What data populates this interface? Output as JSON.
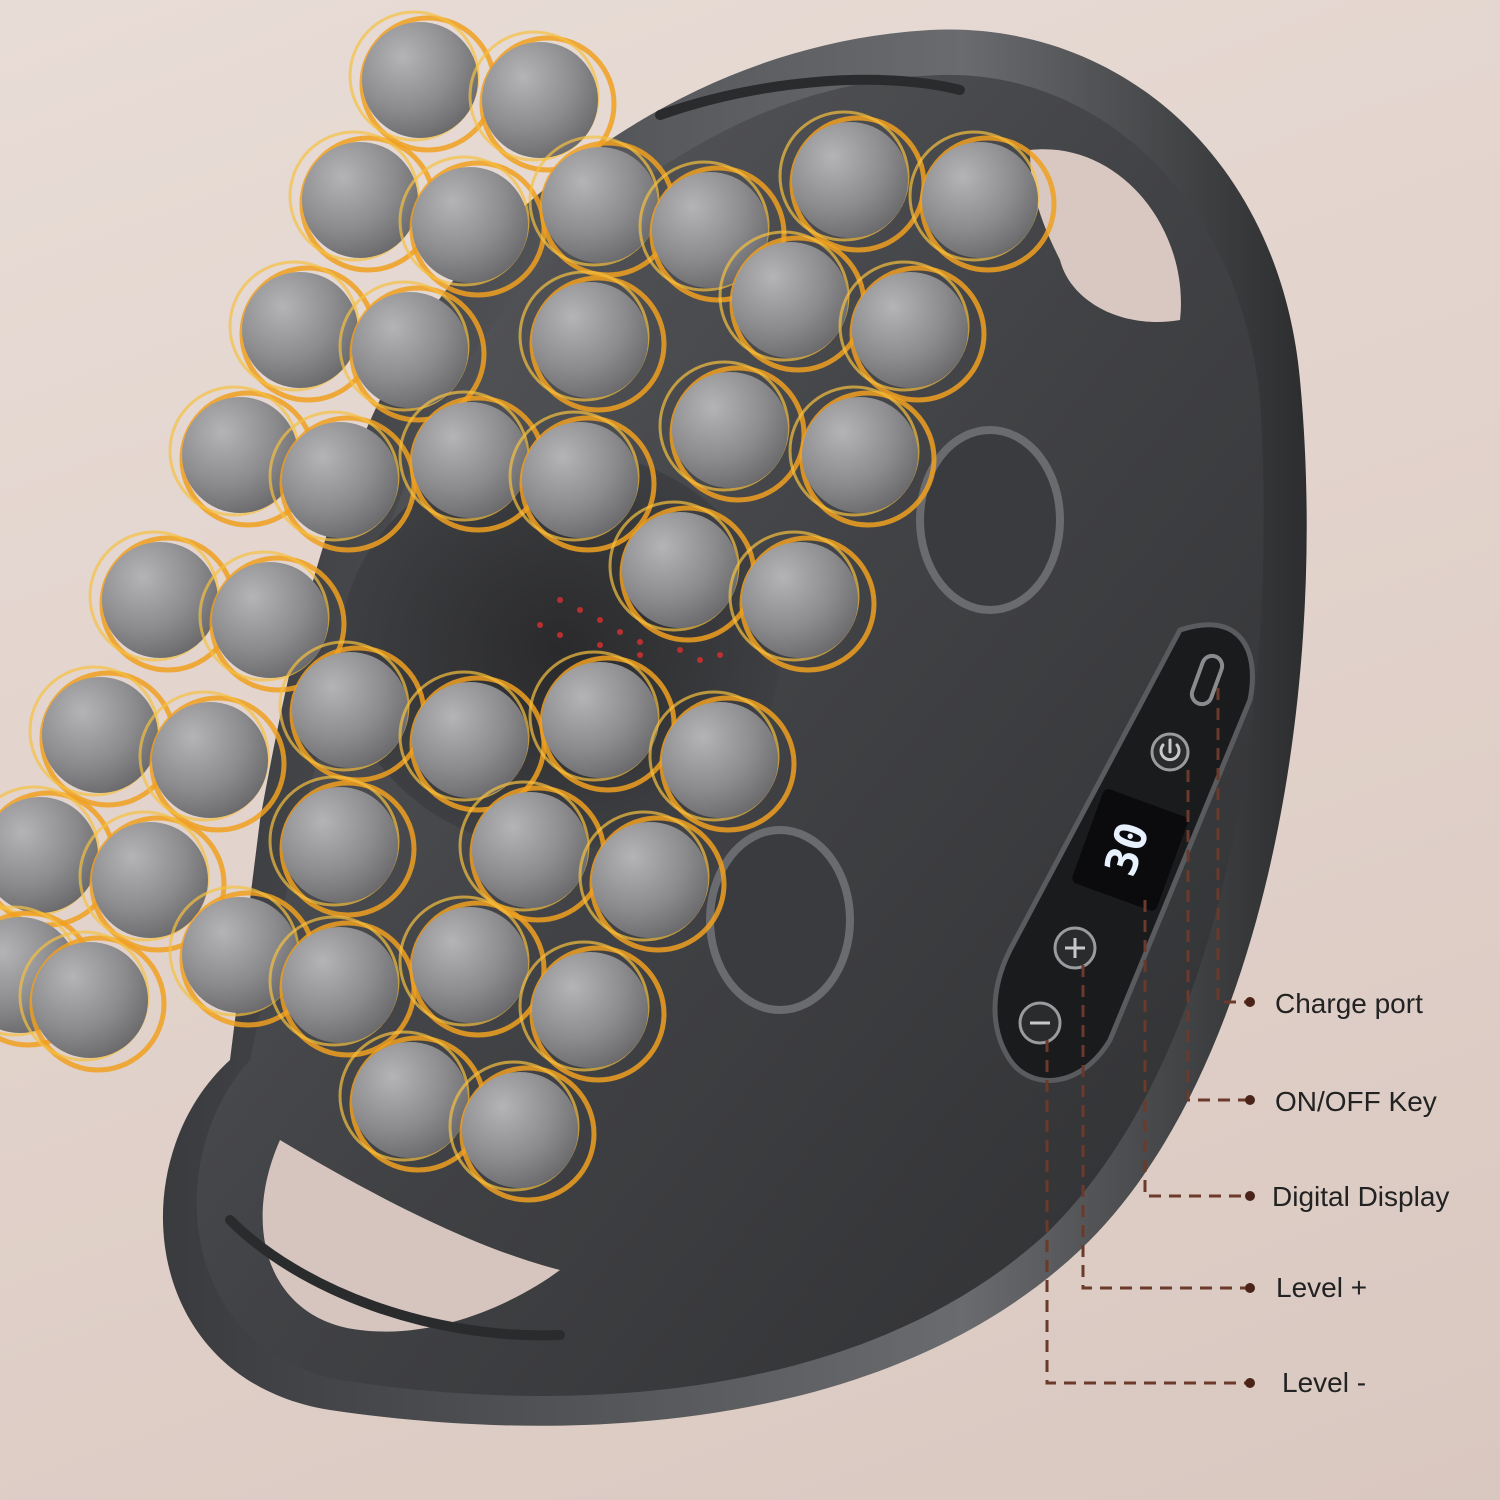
{
  "device": {
    "display_readout": "30",
    "accent_color": "#f0a020",
    "shell_color": "#4a4b4e",
    "node_color": "#8e8e90"
  },
  "callouts": [
    {
      "id": "charge",
      "label": "Charge port"
    },
    {
      "id": "onoff",
      "label": "ON/OFF Key"
    },
    {
      "id": "display",
      "label": "Digital Display"
    },
    {
      "id": "plus",
      "label": "Level +"
    },
    {
      "id": "minus",
      "label": "Level -"
    }
  ],
  "icons": {
    "charge_port": "usb-c-port-icon",
    "power_key": "power-icon",
    "level_plus": "plus-icon",
    "level_minus": "minus-icon"
  }
}
